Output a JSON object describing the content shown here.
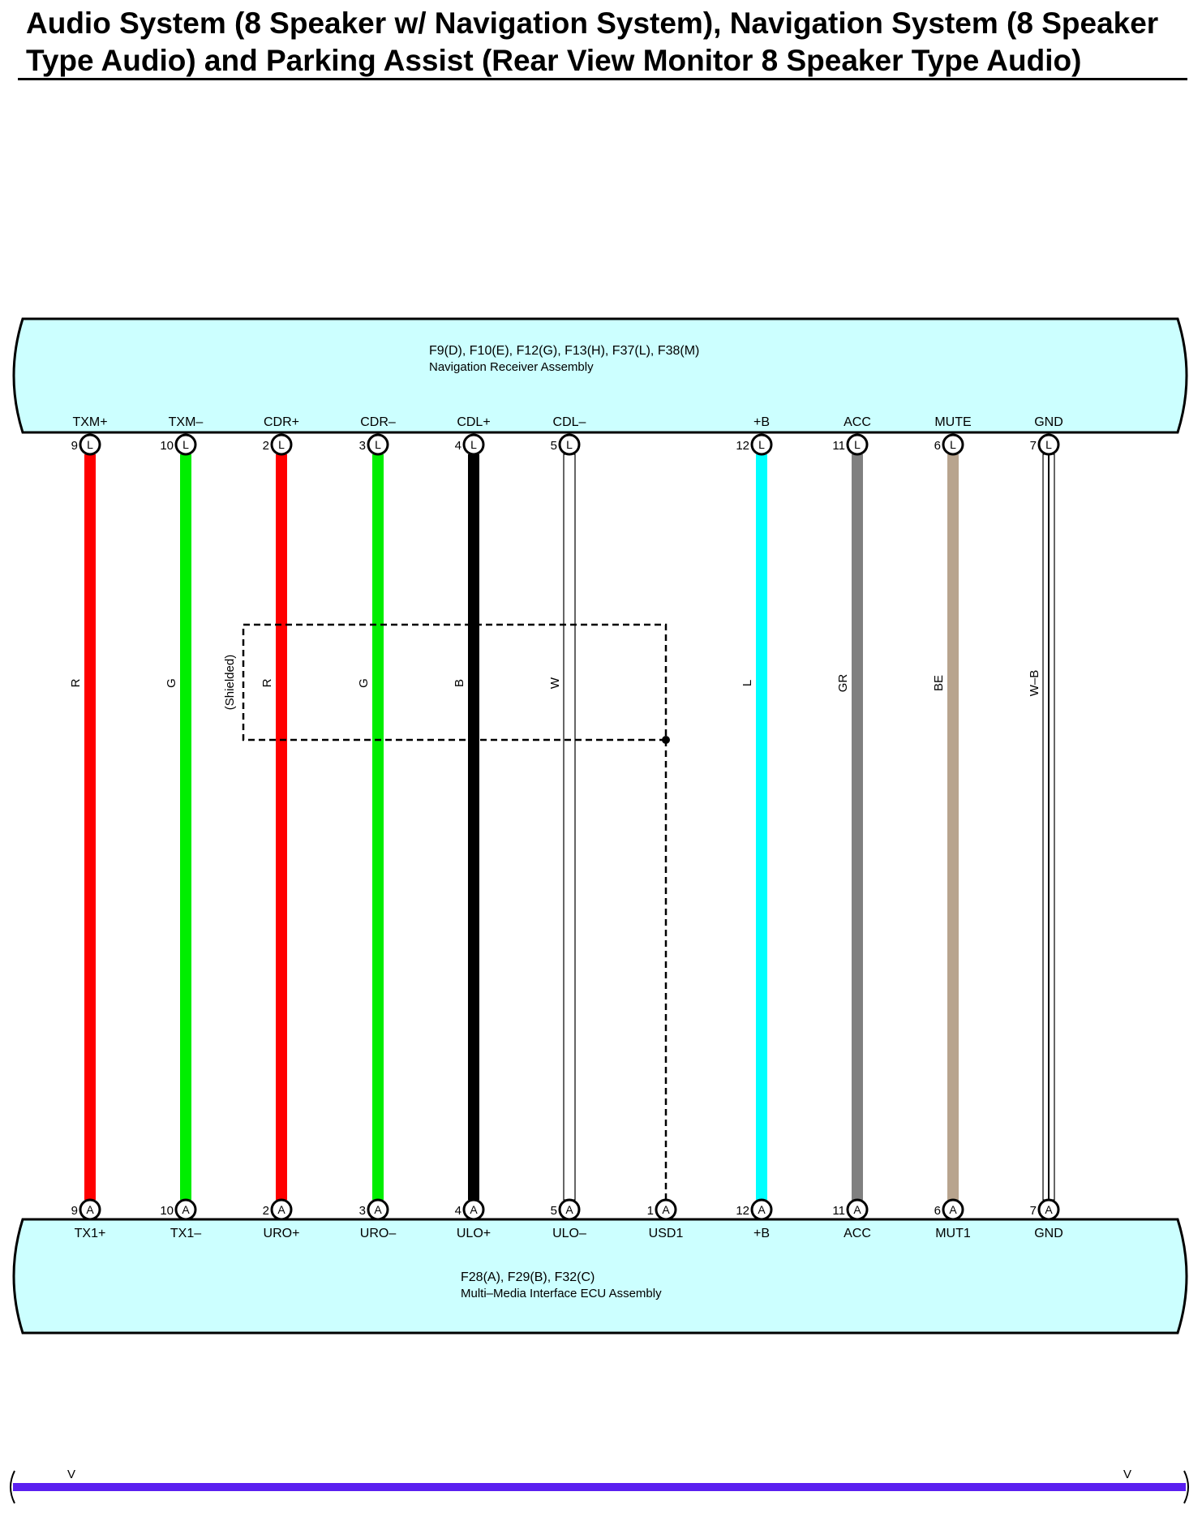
{
  "title": {
    "line1": "Audio System (8 Speaker w/ Navigation System), Navigation System (8 Speaker",
    "line2": "Type Audio) and Parking Assist (Rear View Monitor 8 Speaker Type Audio)"
  },
  "colors": {
    "panel_fill": "#ccffff",
    "R": "#ff0000",
    "G": "#00ee00",
    "B": "#000000",
    "W": "#ffffff",
    "L": "#00ffff",
    "GR": "#808080",
    "BE": "#b8a48e",
    "W-B": "#ffffff",
    "bus": "#5a1ff0"
  },
  "top_assembly": {
    "connectors": "F9(D), F10(E), F12(G), F13(H), F37(L), F38(M)",
    "name": "Navigation Receiver Assembly"
  },
  "bottom_assembly": {
    "connectors": "F28(A), F29(B), F32(C)",
    "name": "Multi–Media Interface ECU Assembly"
  },
  "shield_label": "(Shielded)",
  "bus_label": "V",
  "wires": [
    {
      "top_pin": "TXM+",
      "top_no": "9",
      "top_conn": "L",
      "color": "R",
      "bottom_pin": "TX1+",
      "bottom_no": "9",
      "bottom_conn": "A"
    },
    {
      "top_pin": "TXM–",
      "top_no": "10",
      "top_conn": "L",
      "color": "G",
      "bottom_pin": "TX1–",
      "bottom_no": "10",
      "bottom_conn": "A"
    },
    {
      "top_pin": "CDR+",
      "top_no": "2",
      "top_conn": "L",
      "color": "R",
      "bottom_pin": "URO+",
      "bottom_no": "2",
      "bottom_conn": "A"
    },
    {
      "top_pin": "CDR–",
      "top_no": "3",
      "top_conn": "L",
      "color": "G",
      "bottom_pin": "URO–",
      "bottom_no": "3",
      "bottom_conn": "A"
    },
    {
      "top_pin": "CDL+",
      "top_no": "4",
      "top_conn": "L",
      "color": "B",
      "bottom_pin": "ULO+",
      "bottom_no": "4",
      "bottom_conn": "A"
    },
    {
      "top_pin": "CDL–",
      "top_no": "5",
      "top_conn": "L",
      "color": "W",
      "bottom_pin": "ULO–",
      "bottom_no": "5",
      "bottom_conn": "A"
    },
    {
      "top_pin": "",
      "top_no": "",
      "top_conn": "",
      "color": "",
      "bottom_pin": "USD1",
      "bottom_no": "1",
      "bottom_conn": "A"
    },
    {
      "top_pin": "+B",
      "top_no": "12",
      "top_conn": "L",
      "color": "L",
      "bottom_pin": "+B",
      "bottom_no": "12",
      "bottom_conn": "A"
    },
    {
      "top_pin": "ACC",
      "top_no": "11",
      "top_conn": "L",
      "color": "GR",
      "bottom_pin": "ACC",
      "bottom_no": "11",
      "bottom_conn": "A"
    },
    {
      "top_pin": "MUTE",
      "top_no": "6",
      "top_conn": "L",
      "color": "BE",
      "bottom_pin": "MUT1",
      "bottom_no": "6",
      "bottom_conn": "A"
    },
    {
      "top_pin": "GND",
      "top_no": "7",
      "top_conn": "L",
      "color": "W–B",
      "bottom_pin": "GND",
      "bottom_no": "7",
      "bottom_conn": "A"
    }
  ]
}
